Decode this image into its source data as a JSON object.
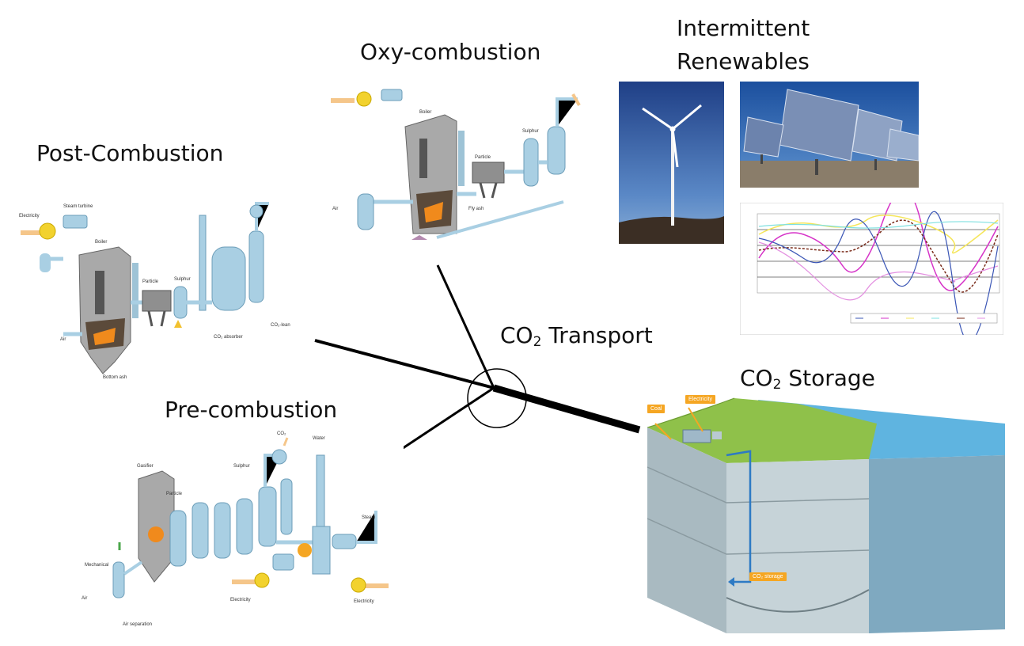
{
  "titles": {
    "oxy": "Oxy-combustion",
    "renewables_line1": "Intermittent",
    "renewables_line2": "Renewables",
    "post": "Post-Combustion",
    "pre": "Pre-combustion",
    "transport_prefix": "CO",
    "transport_sub": "2",
    "transport_suffix": " Transport",
    "storage_prefix": "CO",
    "storage_sub": "2",
    "storage_suffix": " Storage"
  },
  "storage_tags": {
    "coal": "Coal",
    "electricity": "Electricity",
    "co2_storage": "CO₂ storage"
  },
  "colors": {
    "plant_blue": "#a9cfe3",
    "plant_steel": "#8c8c8c",
    "flame": "#f08a1c",
    "sky": "#3f6fb3",
    "ground_grass": "#8fc14a",
    "sea": "#5fb4e0",
    "rock": "#b8c7cc"
  }
}
